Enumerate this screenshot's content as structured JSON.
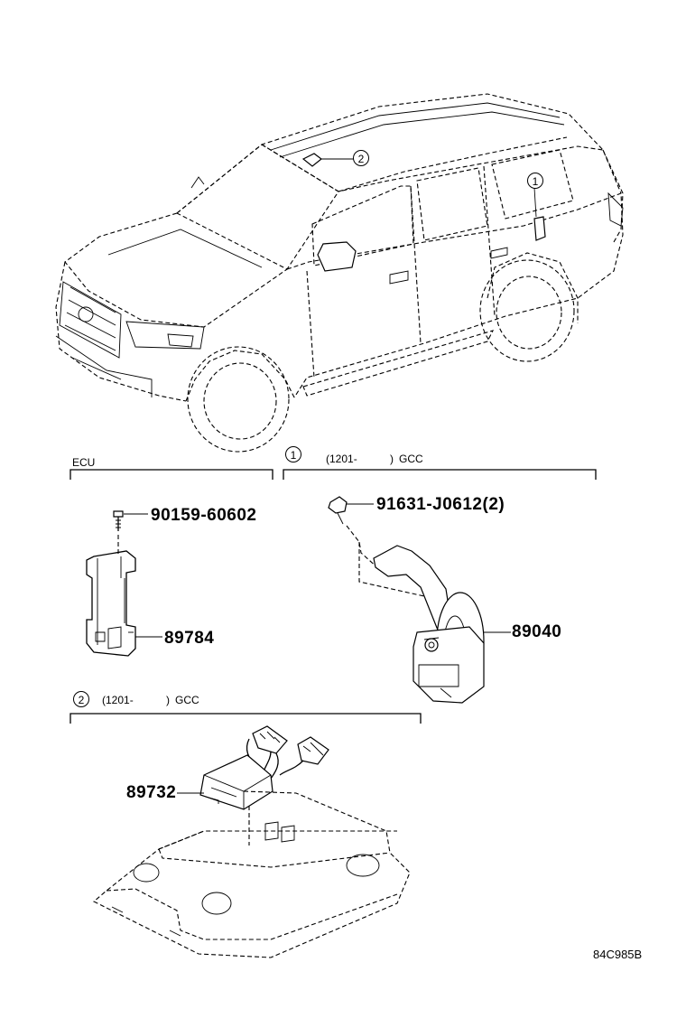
{
  "callouts": {
    "vehicle_callout_1": "1",
    "vehicle_callout_2": "2",
    "section_gcc_callout": "1",
    "section_overhead_callout": "2"
  },
  "sections": {
    "ecu": {
      "title": "ECU"
    },
    "gcc_horn": {
      "range_open": "(1201-",
      "range_close": ")",
      "market": "GCC"
    },
    "overhead": {
      "range_open": "(1201-",
      "range_close": ")",
      "market": "GCC"
    }
  },
  "parts": {
    "ecu_bolt": "90159-60602",
    "ecu_bracket": "89784",
    "horn_bolt": "91631-J0612(2)",
    "horn": "89040",
    "overhead_module": "89732"
  },
  "figure_code": "84C985B"
}
